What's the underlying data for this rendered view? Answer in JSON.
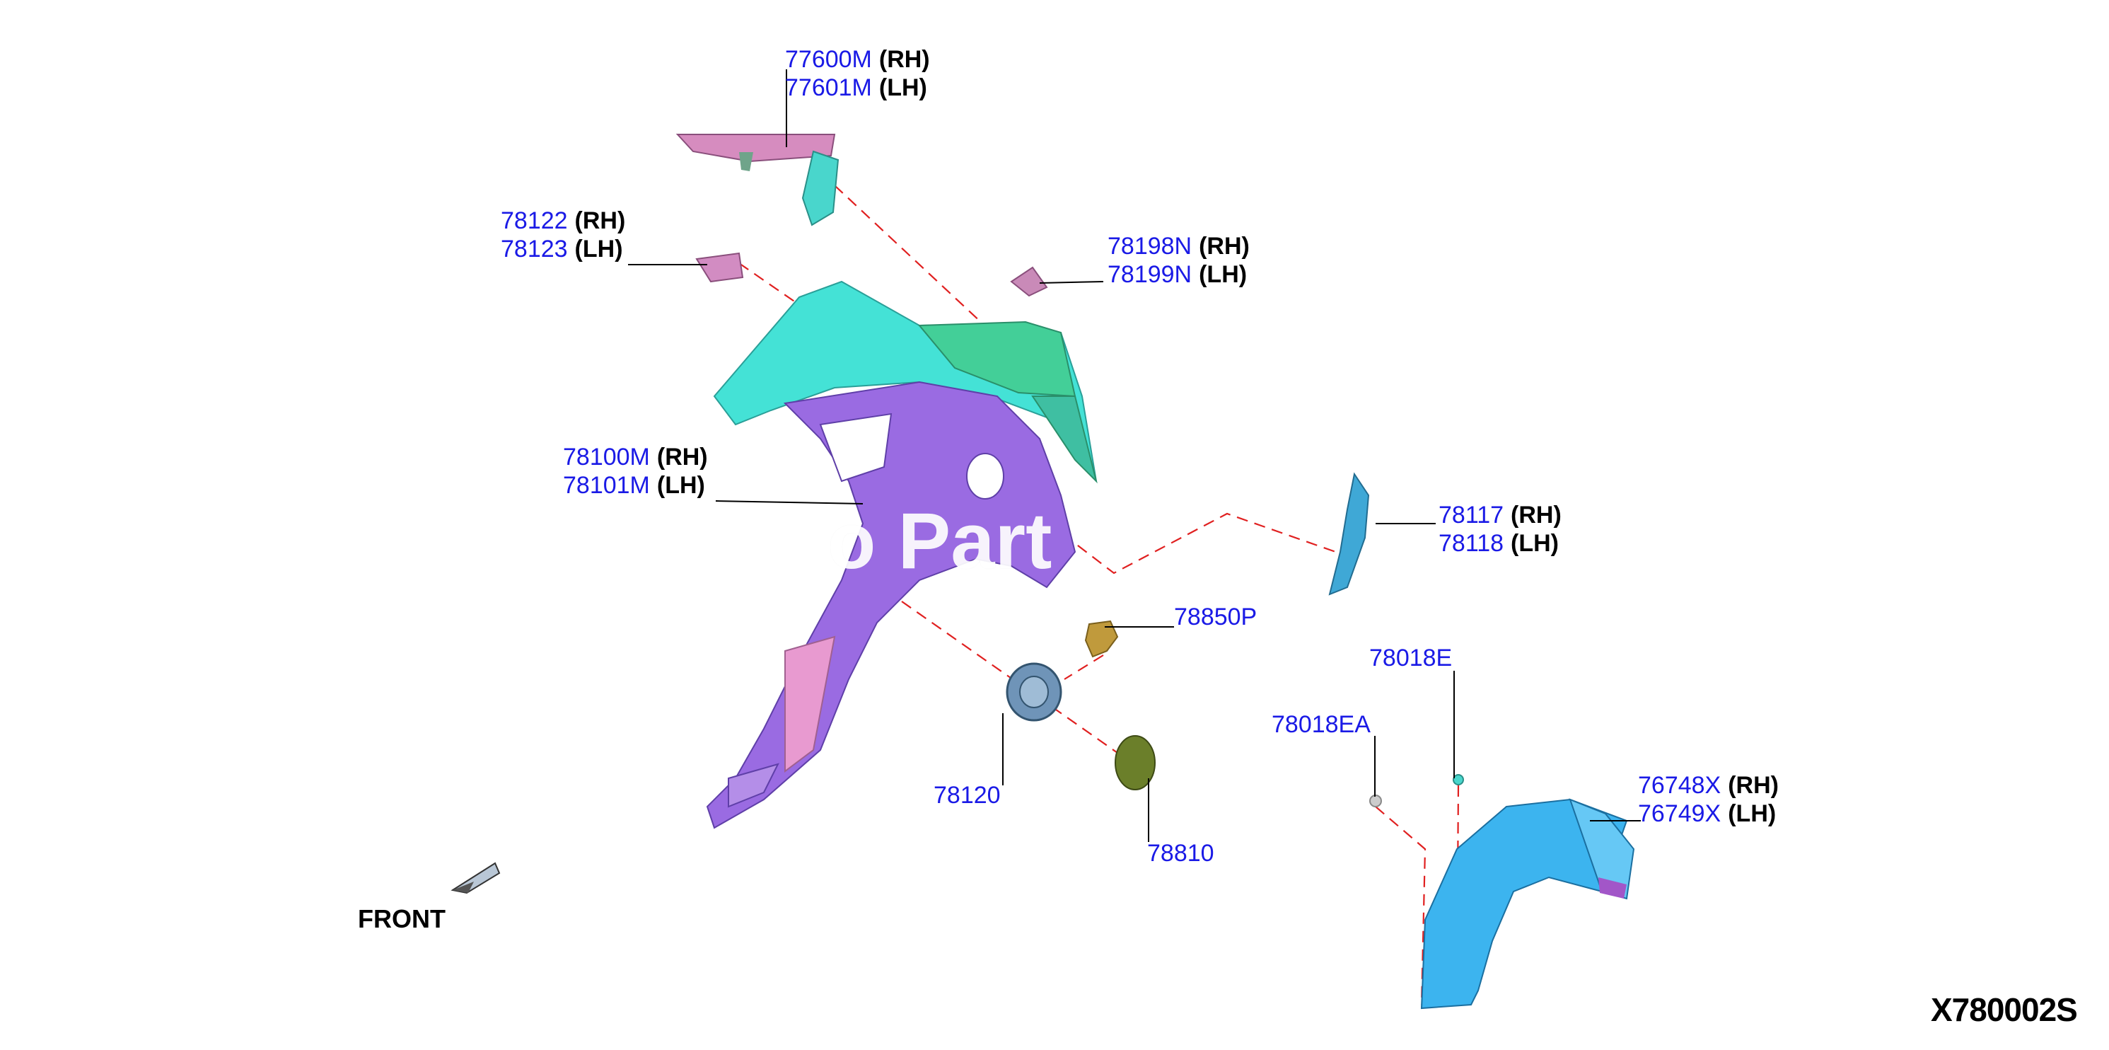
{
  "diagram_code": "X780002S",
  "front_label": "FRONT",
  "watermark": "o Part",
  "colors": {
    "part_number_link": "#1a1ae6",
    "leader_line": "#000000",
    "dashed_line": "#e02020",
    "quarter_panel": "#9b6fe0",
    "inner_panel_cyan": "#40e0d8",
    "inner_panel_green": "#3ccf9a",
    "wheel_liner": "#39b3ef",
    "bracket_pink": "#d98cc6",
    "fuel_door": "#6b7f2a",
    "fuel_housing": "#5a7fa0"
  },
  "callouts": [
    {
      "id": "77600M",
      "lines": [
        {
          "part": "77600M",
          "side": "(RH)"
        },
        {
          "part": "77601M",
          "side": "(LH)"
        }
      ]
    },
    {
      "id": "78122",
      "lines": [
        {
          "part": "78122",
          "side": "(RH)"
        },
        {
          "part": "78123",
          "side": "(LH)"
        }
      ]
    },
    {
      "id": "78198N",
      "lines": [
        {
          "part": "78198N",
          "side": "(RH)"
        },
        {
          "part": "78199N",
          "side": "(LH)"
        }
      ]
    },
    {
      "id": "78100M",
      "lines": [
        {
          "part": "78100M",
          "side": "(RH)"
        },
        {
          "part": "78101M",
          "side": "(LH)"
        }
      ]
    },
    {
      "id": "78117",
      "lines": [
        {
          "part": "78117",
          "side": "(RH)"
        },
        {
          "part": "78118",
          "side": "(LH)"
        }
      ]
    },
    {
      "id": "78850P",
      "lines": [
        {
          "part": "78850P",
          "side": ""
        }
      ]
    },
    {
      "id": "78018E",
      "lines": [
        {
          "part": "78018E",
          "side": ""
        }
      ]
    },
    {
      "id": "78018EA",
      "lines": [
        {
          "part": "78018EA",
          "side": ""
        }
      ]
    },
    {
      "id": "76748X",
      "lines": [
        {
          "part": "76748X",
          "side": "(RH)"
        },
        {
          "part": "76749X",
          "side": "(LH)"
        }
      ]
    },
    {
      "id": "78120",
      "lines": [
        {
          "part": "78120",
          "side": ""
        }
      ]
    },
    {
      "id": "78810",
      "lines": [
        {
          "part": "78810",
          "side": ""
        }
      ]
    }
  ]
}
